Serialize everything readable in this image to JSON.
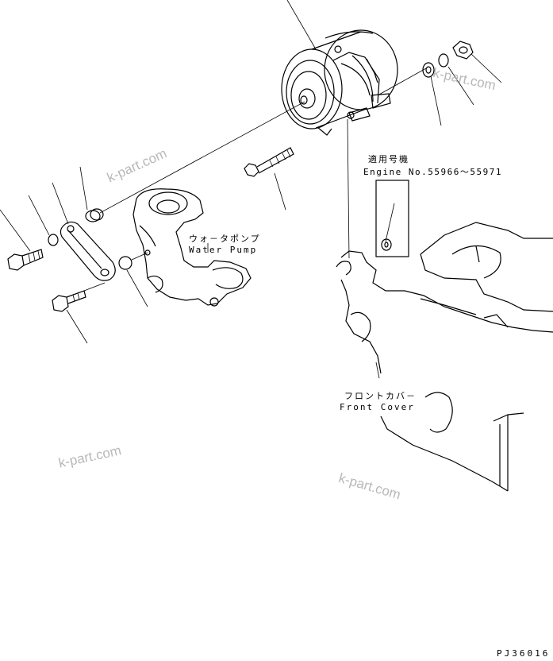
{
  "labels": {
    "applicable_jp": "適用号機",
    "engine_no": "Engine No.55966～55971",
    "water_pump_jp": "ウォ－タポンプ",
    "water_pump_en": "Water Pump",
    "front_cover_jp": "フロントカバ－",
    "front_cover_en": "Front Cover"
  },
  "watermarks": [
    "k-part.com",
    "k-part.com",
    "k-part.com",
    "k-part.com"
  ],
  "drawing_code": "PJ36016"
}
